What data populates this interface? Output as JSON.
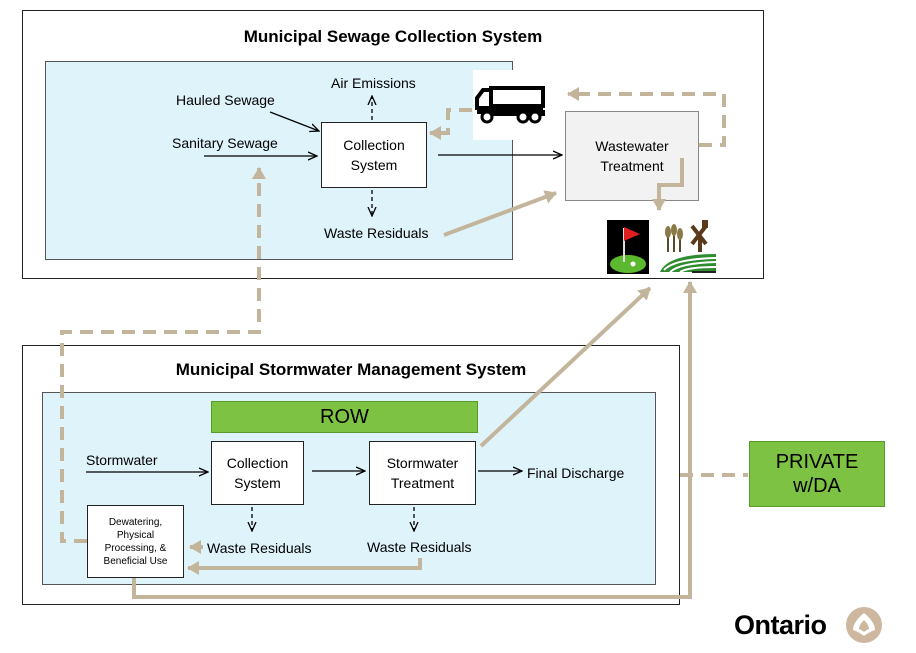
{
  "sewage_system": {
    "title": "Municipal Sewage Collection System",
    "hauled_sewage": "Hauled Sewage",
    "sanitary_sewage": "Sanitary Sewage",
    "air_emissions": "Air Emissions",
    "collection_system": "Collection\nSystem",
    "waste_residuals": "Waste Residuals",
    "wastewater_treatment": "Wastewater\nTreatment"
  },
  "stormwater_system": {
    "title": "Municipal Stormwater Management System",
    "row_label": "ROW",
    "stormwater": "Stormwater",
    "collection_system": "Collection\nSystem",
    "stormwater_treatment": "Stormwater\nTreatment",
    "final_discharge": "Final Discharge",
    "waste_residuals_left": "Waste Residuals",
    "waste_residuals_right": "Waste Residuals",
    "dewatering": "Dewatering,\nPhysical\nProcessing, &\nBeneficial Use"
  },
  "private_box": {
    "label": "PRIVATE\nw/DA"
  },
  "logo": {
    "text": "Ontario"
  },
  "colors": {
    "panel_fill": "#dff3fb",
    "green_fill": "#7dc242",
    "tan_arrow": "#c2b59b",
    "gray_box": "#f2f2f2"
  },
  "icons": [
    "truck-icon",
    "golf-course-icon",
    "agriculture-field-icon",
    "trillium-logo-icon"
  ]
}
